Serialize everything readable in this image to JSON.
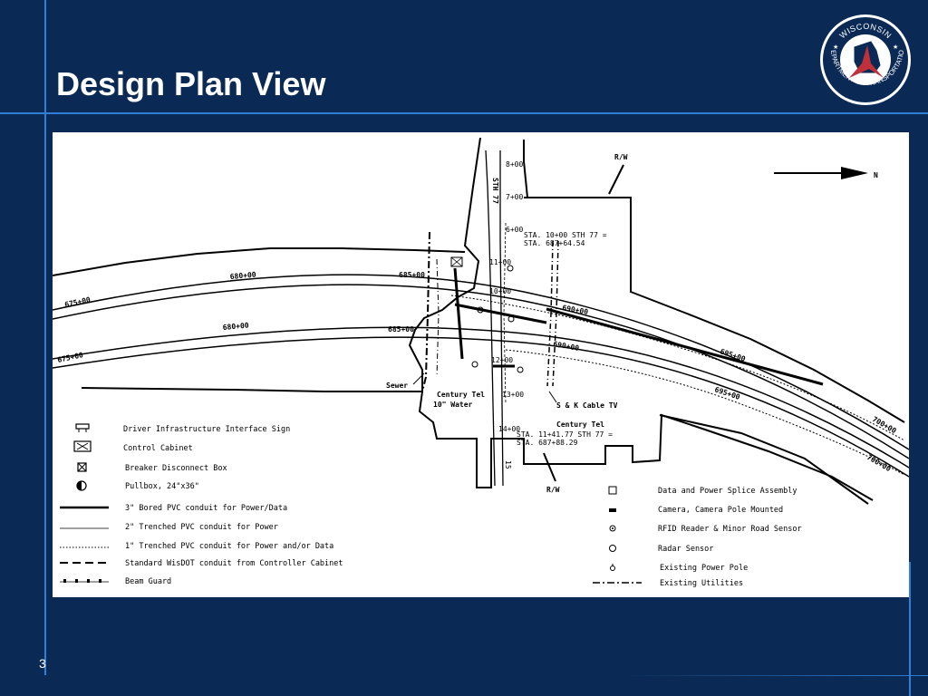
{
  "slide": {
    "title": "Design Plan View",
    "number": "3"
  },
  "logo": {
    "top_text": "WISCONSIN",
    "ring_text": "DEPARTMENT OF TRANSPORTATION",
    "colors": {
      "ring": "#0a2a55",
      "state": "#c0303a"
    }
  },
  "plan": {
    "north_label": "N",
    "row_label_top": "R/W",
    "row_label_bottom": "R/W",
    "highway_label": "STH 77",
    "stations_upper": [
      "675+00",
      "680+00",
      "685+00",
      "690+00",
      "695+00",
      "700+00"
    ],
    "stations_lower": [
      "675+00",
      "680+00",
      "685+00",
      "690+00",
      "695+00",
      "700+00"
    ],
    "sth_stations": [
      "8+00",
      "7+00",
      "6+00",
      "11+00",
      "10+00",
      "12+00",
      "13+00",
      "14+00",
      "15"
    ],
    "sta_top_1": "STA. 10+00 STH 77 =",
    "sta_top_2": "STA. 687+64.54",
    "sta_bottom_1": "STA. 11+41.77 STH 77 =",
    "sta_bottom_2": "STA. 687+88.29",
    "utility_labels": [
      "Sewer",
      "Century Tel",
      "10\" Water",
      "S & K Cable TV",
      "Century Tel"
    ]
  },
  "legend_left": [
    {
      "icon": "driver-sign-icon",
      "text": "Driver Infrastructure Interface Sign"
    },
    {
      "icon": "control-cabinet-icon",
      "text": "Control Cabinet"
    },
    {
      "icon": "breaker-box-icon",
      "text": "Breaker Disconnect Box"
    },
    {
      "icon": "pullbox-icon",
      "text": "Pullbox, 24\"x36\""
    },
    {
      "icon": "bored-conduit-line",
      "text": "3\" Bored PVC conduit for Power/Data"
    },
    {
      "icon": "trenched-conduit-line",
      "text": "2\" Trenched PVC conduit for Power"
    },
    {
      "icon": "dotted-conduit-line",
      "text": "1\" Trenched PVC conduit for Power and/or Data"
    },
    {
      "icon": "dashed-conduit-line",
      "text": "Standard WisDOT conduit from Controller Cabinet"
    },
    {
      "icon": "beam-guard-line",
      "text": "Beam Guard"
    }
  ],
  "legend_right": [
    {
      "icon": "splice-assembly-icon",
      "text": "Data and Power Splice Assembly"
    },
    {
      "icon": "camera-icon",
      "text": "Camera, Camera Pole Mounted"
    },
    {
      "icon": "rfid-sensor-icon",
      "text": "RFID Reader & Minor Road Sensor"
    },
    {
      "icon": "radar-sensor-icon",
      "text": "Radar Sensor"
    },
    {
      "icon": "power-pole-icon",
      "text": "Existing Power Pole"
    },
    {
      "icon": "utilities-line",
      "text": "Existing Utilities"
    }
  ]
}
